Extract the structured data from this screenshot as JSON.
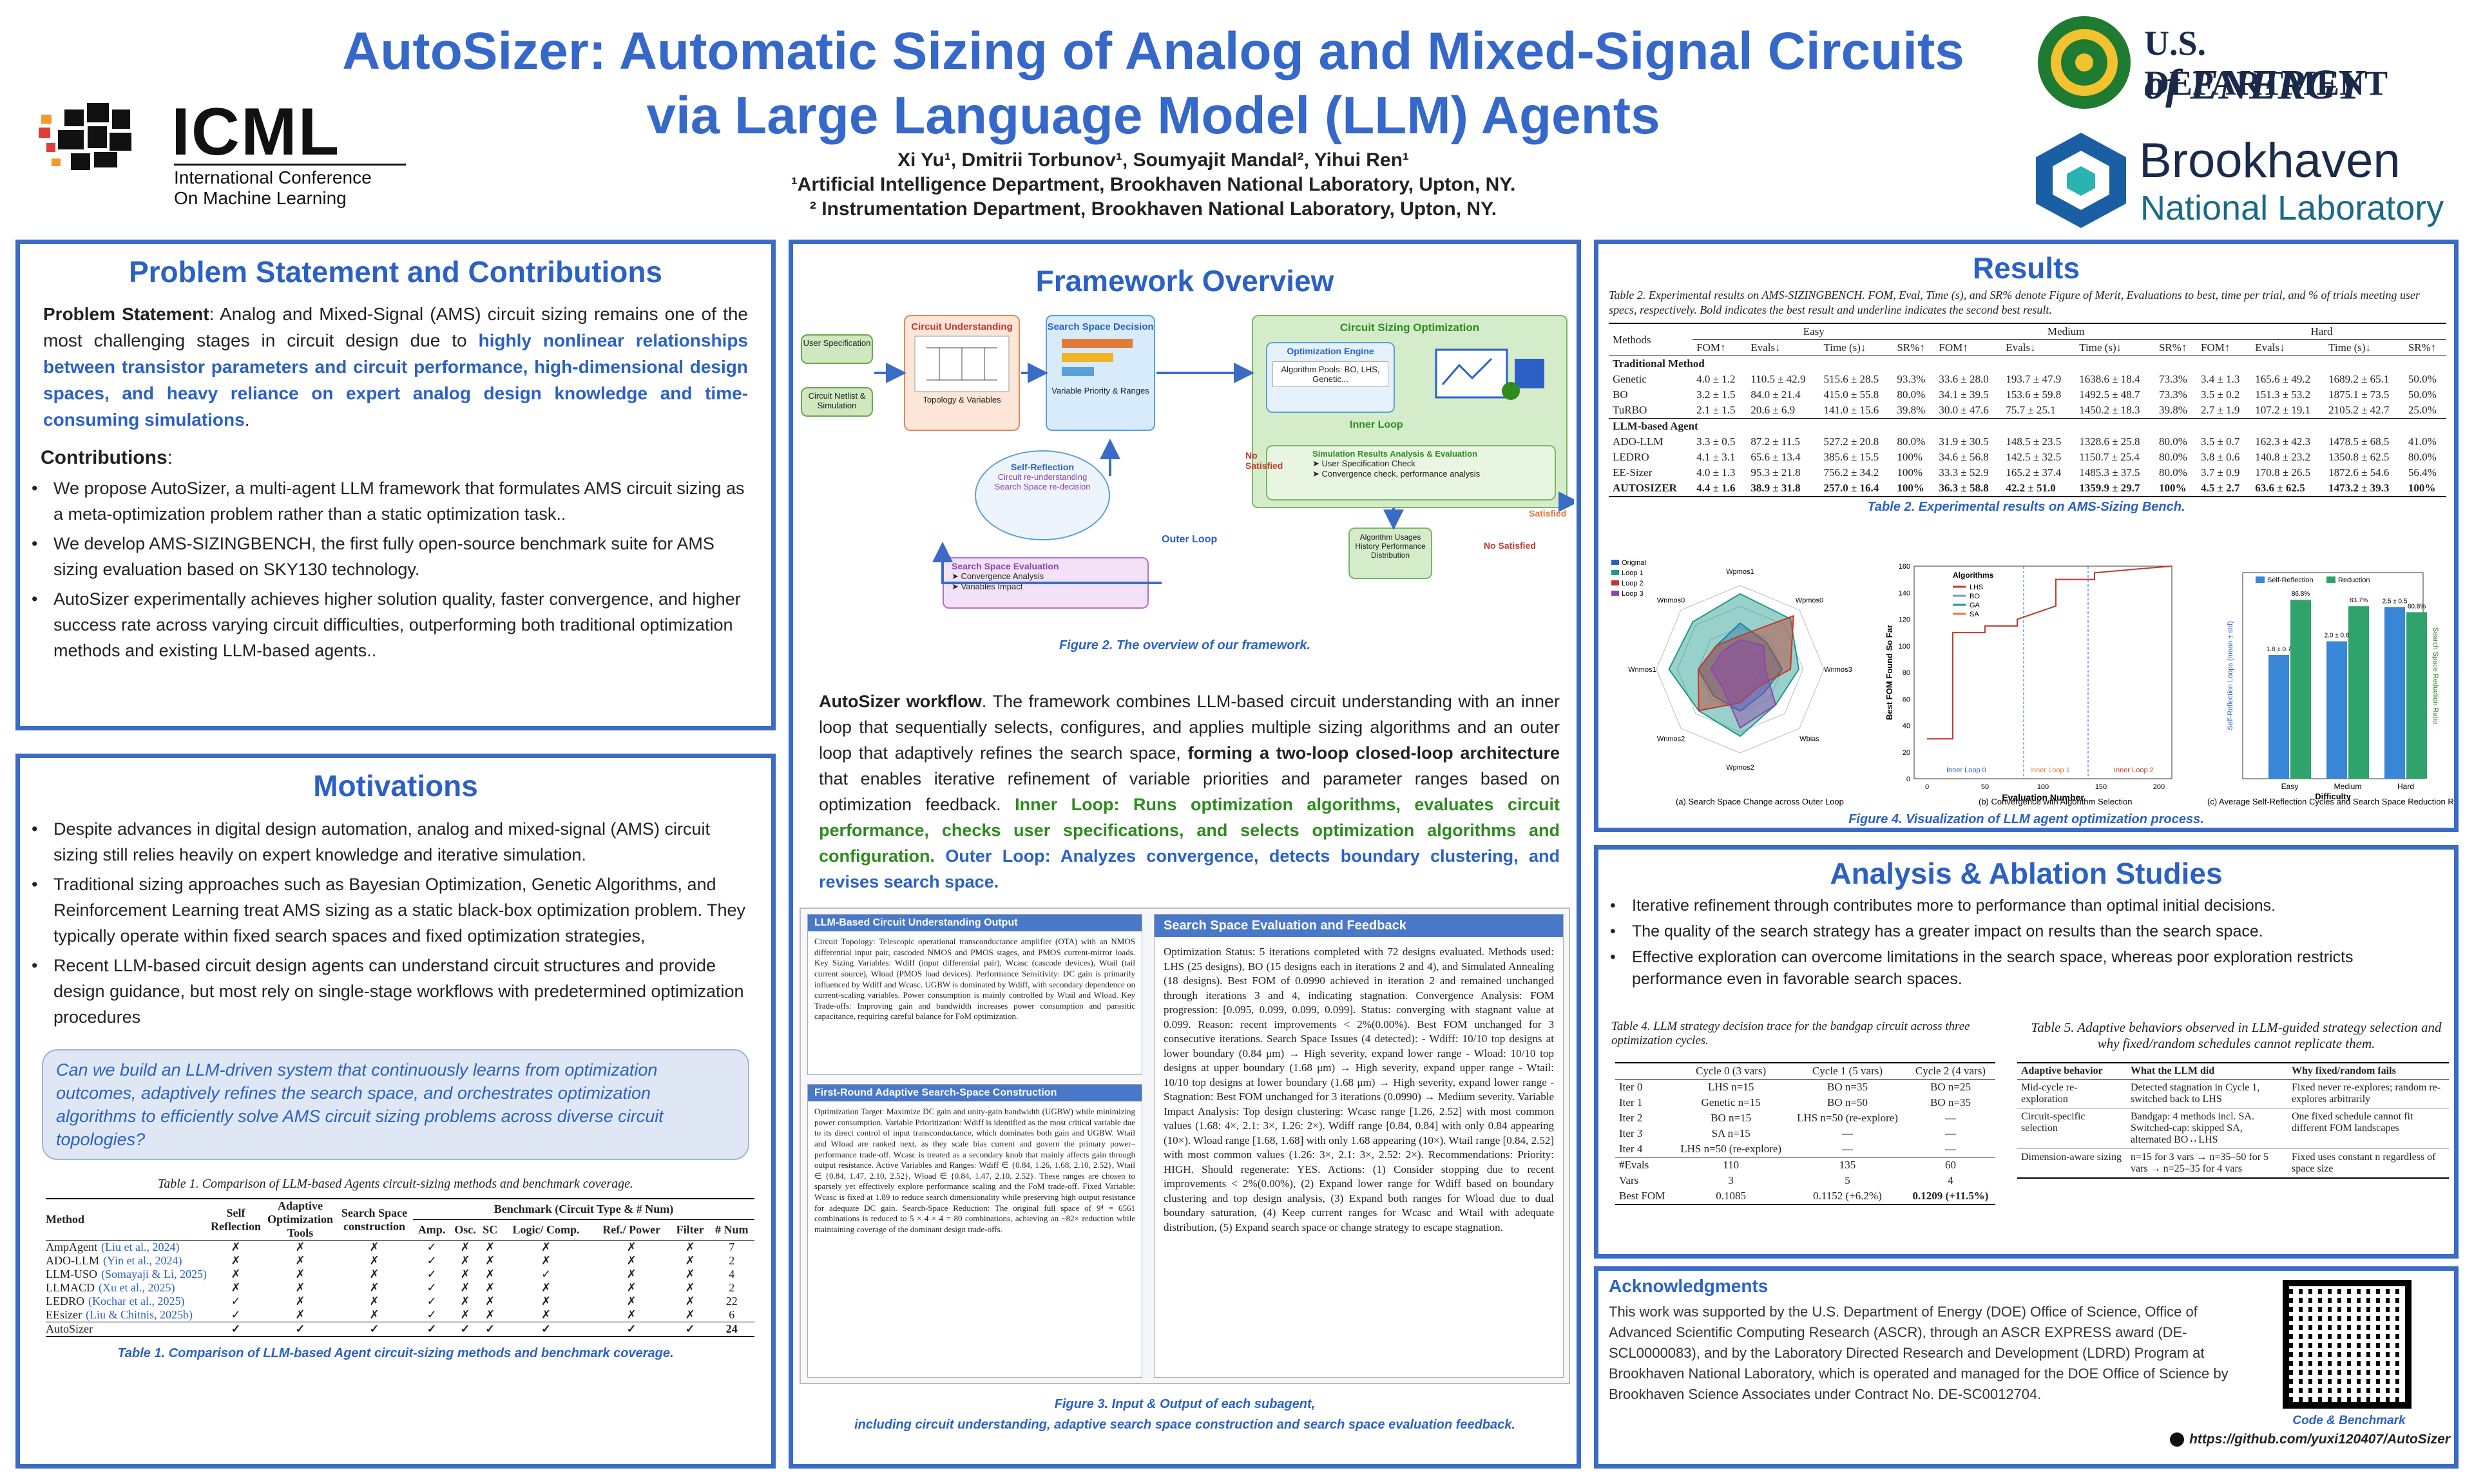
{
  "header": {
    "title_line1": "AutoSizer: Automatic Sizing of Analog and Mixed-Signal Circuits",
    "title_line2": "via Large Language Model (LLM) Agents",
    "authors": "Xi Yu¹, Dmitrii Torbunov¹, Soumyajit Mandal², Yihui Ren¹",
    "affil1": "¹Artificial Intelligence Department, Brookhaven National Laboratory, Upton, NY.",
    "affil2": "² Instrumentation Department, Brookhaven National Laboratory, Upton, NY.",
    "icml_word": "ICML",
    "icml_sub1": "International Conference",
    "icml_sub2": "On Machine Learning",
    "doe_line1": "U.S. DEPARTMENT",
    "doe_line2": "of ENERGY",
    "bnl_line1": "Brookhaven",
    "bnl_line2": "National Laboratory"
  },
  "problem": {
    "title": "Problem Statement and Contributions",
    "ps_label": "Problem Statement",
    "ps_text1": ": Analog and Mixed-Signal (AMS) circuit sizing remains one of the most challenging stages in circuit design due to ",
    "ps_bold": "highly nonlinear relationships between transistor parameters and circuit performance, high-dimensional design spaces, and heavy reliance on expert analog design knowledge and time-consuming simulations",
    "ps_end": ".",
    "contrib_label": "Contributions",
    "contrib": [
      "We propose AutoSizer, a multi-agent LLM framework that formulates AMS circuit sizing as a meta-optimization problem rather than a static optimization task..",
      "We develop AMS-SIZINGBENCH, the first fully open-source benchmark suite for AMS sizing evaluation based on SKY130 technology.",
      "AutoSizer experimentally achieves higher solution quality, faster convergence, and higher success rate across varying circuit difficulties, outperforming both traditional optimization methods and existing LLM-based agents.."
    ]
  },
  "motivations": {
    "title": "Motivations",
    "items": [
      "Despite advances in digital design automation, analog and mixed-signal (AMS) circuit sizing still relies heavily on expert knowledge and iterative simulation.",
      "Traditional sizing approaches such as Bayesian Optimization, Genetic Algorithms, and Reinforcement Learning treat AMS sizing as a static black-box optimization problem. They typically operate within fixed search spaces and fixed optimization strategies,",
      "Recent LLM-based circuit design agents can understand circuit structures and provide design guidance, but most rely on single-stage workflows with predetermined optimization procedures"
    ],
    "question": "Can we build an LLM-driven system that continuously learns from optimization outcomes, adaptively refines the search space, and orchestrates optimization algorithms to efficiently solve AMS circuit sizing problems across diverse circuit topologies?",
    "table_caption": "Table 1. Comparison of LLM-based Agents circuit-sizing methods and benchmark coverage.",
    "table_headers": [
      "Method",
      "Self Reflection",
      "Adaptive Optimization Tools",
      "Search Space construction",
      "Benchmark (Circuit Type & # Num)"
    ],
    "sub_headers": [
      "Amp.",
      "Osc.",
      "SC",
      "Logic/ Comp.",
      "Ref./ Power",
      "Filter",
      "# Num"
    ],
    "rows": [
      [
        "AmpAgent",
        "(Liu et al., 2024)",
        "✗",
        "✗",
        "✗",
        "✓",
        "✗",
        "✗",
        "✗",
        "✗",
        "✗",
        "7"
      ],
      [
        "ADO-LLM",
        "(Yin et al., 2024)",
        "✗",
        "✗",
        "✗",
        "✓",
        "✗",
        "✗",
        "✗",
        "✗",
        "✗",
        "2"
      ],
      [
        "LLM-USO",
        "(Somayaji & Li, 2025)",
        "✗",
        "✗",
        "✗",
        "✓",
        "✗",
        "✗",
        "✓",
        "✗",
        "✗",
        "4"
      ],
      [
        "LLMACD",
        "(Xu et al., 2025)",
        "✗",
        "✗",
        "✗",
        "✓",
        "✗",
        "✗",
        "✗",
        "✗",
        "✗",
        "2"
      ],
      [
        "LEDRO",
        "(Kochar et al., 2025)",
        "✓",
        "✗",
        "✗",
        "✓",
        "✗",
        "✗",
        "✗",
        "✗",
        "✗",
        "22"
      ],
      [
        "EEsizer",
        "(Liu & Chitnis, 2025b)",
        "✓",
        "✗",
        "✗",
        "✓",
        "✗",
        "✗",
        "✗",
        "✗",
        "✗",
        "6"
      ]
    ],
    "auto_row": [
      "AutoSizer",
      "✓",
      "✓",
      "✓",
      "✓",
      "✓",
      "✓",
      "✓",
      "✓",
      "✓",
      "24"
    ],
    "bottom_caption": "Table 1. Comparison of LLM-based Agent circuit-sizing methods and benchmark coverage."
  },
  "framework": {
    "title": "Framework Overview",
    "diagram": {
      "user_spec": "User Specification",
      "netlist": "Circuit Netlist & Simulation",
      "cu_title": "Circuit Understanding",
      "cu_sub": "Topology & Variables",
      "ssd_title": "Search Space Decision",
      "ssd_sub": "Variable Priority & Ranges",
      "cso_title": "Circuit Sizing Optimization",
      "opt_engine": "Optimization Engine",
      "alg_pools": "Algorithm Pools: BO, LHS, Genetic...",
      "inner_loop": "Inner Loop",
      "not_sat1": "No Satisfied",
      "satisfied": "Satisfied",
      "sim_title": "Simulation Results Analysis & Evaluation",
      "sim_b1": "User Specification Check",
      "sim_b2": "Convergence check, performance analysis",
      "reflect_title": "Self-Reflection",
      "reflect_b1": "Circuit re-understanding",
      "reflect_b2": "Search Space re-decision",
      "outer_loop": "Outer Loop",
      "history": "Algorithm Usages History Performance Distribution",
      "not_sat2": "No Satisfied",
      "sse_title": "Search Space Evaluation",
      "sse_b1": "Convergence Analysis",
      "sse_b2": "Variables Impact"
    },
    "fig_caption": "Figure 2. The overview of our framework.",
    "workflow_label": "AutoSizer workflow",
    "workflow_text1": ". The framework combines LLM-based circuit understanding with an inner loop that sequentially selects, configures, and applies multiple sizing algorithms and an outer loop that adaptively refines the search space, ",
    "workflow_bold": "forming a two-loop closed-loop architecture",
    "workflow_text2": " that enables iterative refinement of variable priorities and parameter ranges based on optimization feedback. ",
    "workflow_inner": "Inner Loop: Runs optimization algorithms, evaluates circuit performance, checks user specifications, and selects optimization algorithms and configuration.",
    "workflow_outer": "Outer Loop: Analyzes convergence, detects boundary clustering, and revises search space.",
    "card1_title": "LLM-Based Circuit Understanding Output",
    "card1_text": "Circuit Topology: Telescopic operational transconductance amplifier (OTA) with an NMOS differential input pair, cascoded NMOS and PMOS stages, and PMOS current-mirror loads. Key Sizing Variables: Wdiff (input differential pair), Wcasc (cascode devices), Wtail (tail current source), Wload (PMOS load devices). Performance Sensitivity: DC gain is primarily influenced by Wdiff and Wcasc. UGBW is dominated by Wdiff, with secondary dependence on current-scaling variables. Power consumption is mainly controlled by Wtail and Wload. Key Trade-offs: Improving gain and bandwidth increases power consumption and parasitic capacitance, requiring careful balance for FoM optimization.",
    "card2_title": "First-Round Adaptive Search-Space Construction",
    "card2_text": "Optimization Target: Maximize DC gain and unity-gain bandwidth (UGBW) while minimizing power consumption. Variable Prioritization: Wdiff is identified as the most critical variable due to its direct control of input transconductance, which dominates both gain and UGBW. Wtail and Wload are ranked next, as they scale bias current and govern the primary power–performance trade-off. Wcasc is treated as a secondary knob that mainly affects gain through output resistance. Active Variables and Ranges: Wdiff ∈ {0.84, 1.26, 1.68, 2.10, 2.52}, Wtail ∈ {0.84, 1.47, 2.10, 2.52}, Wload ∈ {0.84, 1.47, 2.10, 2.52}. These ranges are chosen to sparsely yet effectively explore performance scaling and the FoM trade-off. Fixed Variable: Wcasc is fixed at 1.89 to reduce search dimensionality while preserving high output resistance for adequate DC gain. Search-Space Reduction: The original full space of 9⁴ = 6561 combinations is reduced to 5 × 4 × 4 = 80 combinations, achieving an ~82× reduction while maintaining coverage of the dominant design trade-offs.",
    "card3_title": "Search Space Evaluation and Feedback",
    "card3_text": "Optimization Status: 5 iterations completed with 72 designs evaluated. Methods used: LHS (25 designs), BO (15 designs each in iterations 2 and 4), and Simulated Annealing (18 designs). Best FOM of 0.0990 achieved in iteration 2 and remained unchanged through iterations 3 and 4, indicating stagnation. Convergence Analysis: FOM progression: [0.095, 0.099, 0.099, 0.099]. Status: converging with stagnant value at 0.099. Reason: recent improvements < 2%(0.00%). Best FOM unchanged for 3 consecutive iterations. Search Space Issues (4 detected): - Wdiff: 10/10 top designs at lower boundary (0.84 μm) → High severity, expand lower range - Wload: 10/10 top designs at upper boundary (1.68 μm) → High severity, expand upper range - Wtail: 10/10 top designs at lower boundary (1.68 μm) → High severity, expand lower range - Stagnation: Best FOM unchanged for 3 iterations (0.0990) → Medium severity. Variable Impact Analysis: Top design clustering: Wcasc range [1.26, 2.52] with most common values (1.68: 4×, 2.1: 3×, 1.26: 2×). Wdiff range [0.84, 0.84] with only 0.84 appearing (10×). Wload range [1.68, 1.68] with only 1.68 appearing (10×). Wtail range [0.84, 2.52] with most common values (1.26: 3×, 2.1: 3×, 2.52: 2×). Recommendations: Priority: HIGH. Should regenerate: YES. Actions: (1) Consider stopping due to recent improvements < 2%(0.00%), (2) Expand lower range for Wdiff based on boundary clustering and top design analysis, (3) Expand both ranges for Wload due to dual boundary saturation, (4) Keep current ranges for Wcasc and Wtail with adequate distribution, (5) Expand search space or change strategy to escape stagnation.",
    "fig3_caption1": "Figure 3. Input & Output of each subagent,",
    "fig3_caption2": "including circuit understanding, adaptive search space construction and search space evaluation feedback."
  },
  "results": {
    "title": "Results",
    "caption": "Table 2. Experimental results on AMS-SIZINGBENCH. FOM, Eval, Time (s), and SR% denote Figure of Merit, Evaluations to best, time per trial, and % of trials meeting user specs, respectively. Bold indicates the best result and underline indicates the second best result.",
    "groups": [
      "Easy",
      "Medium",
      "Hard"
    ],
    "cols": [
      "FOM↑",
      "Evals↓",
      "Time (s)↓",
      "SR%↑"
    ],
    "trad_label": "Traditional Method",
    "llm_label": "LLM-based Agent",
    "rows": [
      [
        "Genetic",
        "4.0 ± 1.2",
        "110.5 ± 42.9",
        "515.6 ± 28.5",
        "93.3%",
        "33.6 ± 28.0",
        "193.7 ± 47.9",
        "1638.6 ± 18.4",
        "73.3%",
        "3.4 ± 1.3",
        "165.6 ± 49.2",
        "1689.2 ± 65.1",
        "50.0%"
      ],
      [
        "BO",
        "3.2 ± 1.5",
        "84.0 ± 21.4",
        "415.0 ± 55.8",
        "80.0%",
        "34.1 ± 39.5",
        "153.6 ± 59.8",
        "1492.5 ± 48.7",
        "73.3%",
        "3.5 ± 0.2",
        "151.3 ± 53.2",
        "1875.1 ± 73.5",
        "50.0%"
      ],
      [
        "TuRBO",
        "2.1 ± 1.5",
        "20.6 ± 6.9",
        "141.0 ± 15.6",
        "39.8%",
        "30.0 ± 47.6",
        "75.7 ± 25.1",
        "1450.2 ± 18.3",
        "39.8%",
        "2.7 ± 1.9",
        "107.2 ± 19.1",
        "2105.2 ± 42.7",
        "25.0%"
      ],
      [
        "ADO-LLM",
        "3.3 ± 0.5",
        "87.2 ± 11.5",
        "527.2 ± 20.8",
        "80.0%",
        "31.9 ± 30.5",
        "148.5 ± 23.5",
        "1328.6 ± 25.8",
        "80.0%",
        "3.5 ± 0.7",
        "162.3 ± 42.3",
        "1478.5 ± 68.5",
        "41.0%"
      ],
      [
        "LEDRO",
        "4.1 ± 3.1",
        "65.6 ± 13.4",
        "385.6 ± 15.5",
        "100%",
        "34.6 ± 56.8",
        "142.5 ± 32.5",
        "1150.7 ± 25.4",
        "80.0%",
        "3.8 ± 0.6",
        "140.8 ± 23.2",
        "1350.8 ± 62.5",
        "80.0%"
      ],
      [
        "EE-Sizer",
        "4.0 ± 1.3",
        "95.3 ± 21.8",
        "756.2 ± 34.2",
        "100%",
        "33.3 ± 52.9",
        "165.2 ± 37.4",
        "1485.3 ± 37.5",
        "80.0%",
        "3.7 ± 0.9",
        "170.8 ± 26.5",
        "1872.6 ± 54.6",
        "56.4%"
      ],
      [
        "AUTOSIZER",
        "4.4 ± 1.6",
        "38.9 ± 31.8",
        "257.0 ± 16.4",
        "100%",
        "36.3 ± 58.8",
        "42.2 ± 51.0",
        "1359.9 ± 29.7",
        "100%",
        "4.5 ± 2.7",
        "63.6 ± 62.5",
        "1473.2 ± 39.3",
        "100%"
      ]
    ],
    "table_caption2": "Table 2. Experimental results on AMS-Sizing Bench.",
    "radar_legend": [
      "Original",
      "Loop 1",
      "Loop 2",
      "Loop 3"
    ],
    "radar_labels": [
      "Wpmos1",
      "Wpmos0",
      "Wnmos3",
      "Wbias",
      "Wpmos2",
      "Wnmos2",
      "Wnmos1",
      "Wnmos0"
    ],
    "conv_ylabel": "Best FOM Found So Far",
    "conv_xlabel": "Evaluation Number",
    "conv_legend_title": "Algorithms",
    "conv_legend": [
      "LHS",
      "BO",
      "GA",
      "SA"
    ],
    "conv_loops": [
      "Inner Loop 0",
      "Inner Loop 1",
      "Inner Loop 2"
    ],
    "conv_yticks": [
      "0",
      "20",
      "40",
      "60",
      "80",
      "100",
      "120",
      "140",
      "160"
    ],
    "conv_xticks": [
      "0",
      "50",
      "100",
      "150",
      "200"
    ],
    "bar_legend": [
      "Self-Reflection",
      "Reduction"
    ],
    "bar_ylabel": "Self-Reflection Loops (mean ± std)",
    "bar_y2label": "Search Space Reduction Ratio",
    "bar_xlabel": "Difficulty",
    "bar_cats": [
      "Easy",
      "Medium",
      "Hard"
    ],
    "bar_vals": [
      "1.8 ± 0.7",
      "2.0 ± 0.6",
      "2.5 ± 0.5"
    ],
    "bar_pcts": [
      "86.8%",
      "83.7%",
      "80.8%"
    ],
    "sub_a": "(a) Search Space Change across Outer Loop",
    "sub_b": "(b) Convergence with Algorithm Selection",
    "sub_c": "(c) Average Self-Reflection Cycles and Search Space Reduction Ratio",
    "fig4_caption": "Figure 4. Visualization of LLM agent optimization process."
  },
  "analysis": {
    "title": "Analysis & Ablation Studies",
    "items": [
      "Iterative refinement through contributes more to performance than optimal initial decisions.",
      "The quality of the search strategy has a greater impact on results than the search space.",
      "Effective exploration can overcome limitations in the search space, whereas poor exploration restricts performance even in favorable search spaces."
    ],
    "t4_caption": "Table 4. LLM strategy decision trace for the bandgap circuit across three optimization cycles.",
    "t4_headers": [
      "",
      "Cycle 0 (3 vars)",
      "Cycle 1 (5 vars)",
      "Cycle 2 (4 vars)"
    ],
    "t4_rows": [
      [
        "Iter 0",
        "LHS n=15",
        "BO n=35",
        "BO n=25"
      ],
      [
        "Iter 1",
        "Genetic n=15",
        "BO n=50",
        "BO n=35"
      ],
      [
        "Iter 2",
        "BO n=15",
        "LHS n=50 (re-explore)",
        "—"
      ],
      [
        "Iter 3",
        "SA n=15",
        "—",
        "—"
      ],
      [
        "Iter 4",
        "LHS n=50 (re-explore)",
        "—",
        "—"
      ]
    ],
    "t4_rows2": [
      [
        "#Evals",
        "110",
        "135",
        "60"
      ],
      [
        "Vars",
        "3",
        "5",
        "4"
      ],
      [
        "Best FOM",
        "0.1085",
        "0.1152 (+6.2%)",
        "0.1209 (+11.5%)"
      ]
    ],
    "t5_caption": "Table 5. Adaptive behaviors observed in LLM-guided strategy selection and why fixed/random schedules cannot replicate them.",
    "t5_headers": [
      "Adaptive behavior",
      "What the LLM did",
      "Why fixed/random fails"
    ],
    "t5_rows": [
      [
        "Mid-cycle re-exploration",
        "Detected stagnation in Cycle 1, switched back to LHS",
        "Fixed never re-explores; random re-explores arbitrarily"
      ],
      [
        "Circuit-specific selection",
        "Bandgap: 4 methods incl. SA. Switched-cap: skipped SA, alternated BO↔LHS",
        "One fixed schedule cannot fit different FOM landscapes"
      ],
      [
        "Dimension-aware sizing",
        "n=15 for 3 vars → n=35–50 for 5 vars → n=25–35 for 4 vars",
        "Fixed uses constant n regardless of space size"
      ]
    ]
  },
  "ack": {
    "title": "Acknowledgments",
    "text": "This work was supported by the U.S. Department of Energy (DOE) Office of Science, Office of Advanced Scientific Computing Research (ASCR), through an ASCR EXPRESS award (DE-SCL0000083), and by the Laboratory Directed Research and Development (LDRD) Program at Brookhaven National Laboratory, which is operated and managed for the DOE Office of Science by Brookhaven Science Associates under Contract No. DE-SC0012704.",
    "code_label": "Code & Benchmark",
    "url": "https://github.com/yuxi120407/AutoSizer"
  },
  "colors": {
    "accent": "#2b61c4",
    "green": "#2e8b1e",
    "panel_border": "#3a6cc6"
  }
}
